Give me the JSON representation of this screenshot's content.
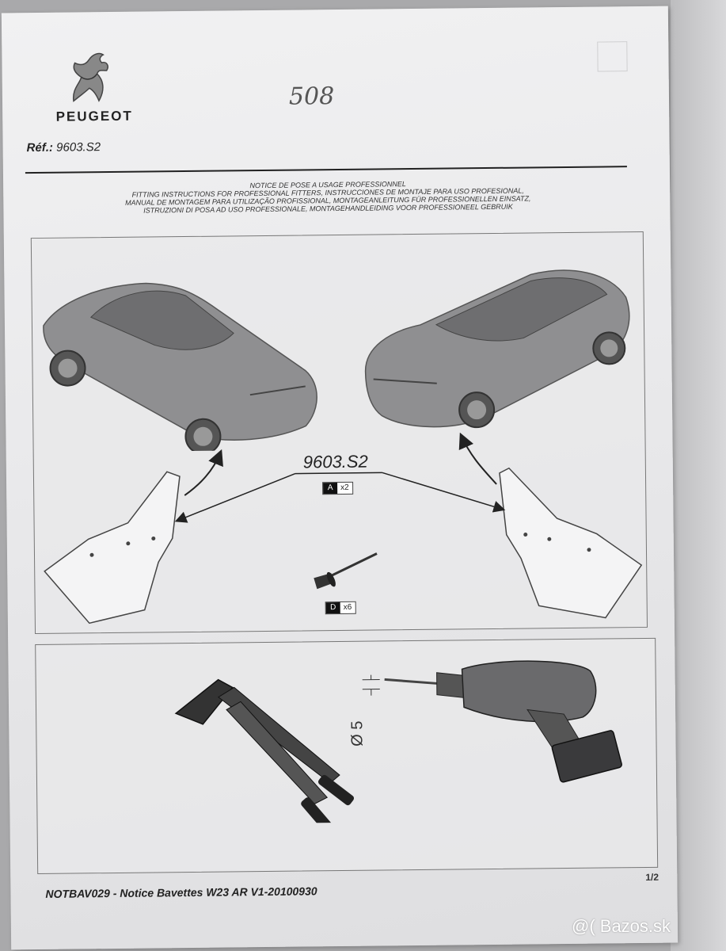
{
  "brand": {
    "name": "PEUGEOT"
  },
  "model": "508",
  "reference": {
    "label": "Réf.:",
    "value": "9603.S2"
  },
  "intro_lines": [
    "NOTICE DE POSE A USAGE PROFESSIONNEL",
    "FITTING INSTRUCTIONS FOR PROFESSIONAL FITTERS,  INSTRUCCIONES DE MONTAJE PARA USO PROFESIONAL,",
    "MANUAL DE MONTAGEM PARA UTILIZAÇÃO PROFISSIONAL,  MONTAGEANLEITUNG FÜR PROFESSIONELLEN EINSATZ,",
    "ISTRUZIONI DI POSA AD USO PROFESSIONALE,  MONTAGEHANDLEIDING VOOR PROFESSIONEEL GEBRUIK"
  ],
  "kit": {
    "code": "9603.S2",
    "part_a": {
      "key": "A",
      "qty": "x2"
    },
    "part_d": {
      "key": "D",
      "qty": "x6"
    }
  },
  "tools": {
    "drill_diameter": "Ø 5"
  },
  "footer": {
    "doc_id": "NOTBAV029 - Notice Bavettes W23 AR V1-20100930",
    "page": "1/2"
  },
  "watermark": "@( Bazos.sk",
  "colors": {
    "paper": "#ececee",
    "ink": "#222222",
    "car": "#8a8a8c"
  }
}
